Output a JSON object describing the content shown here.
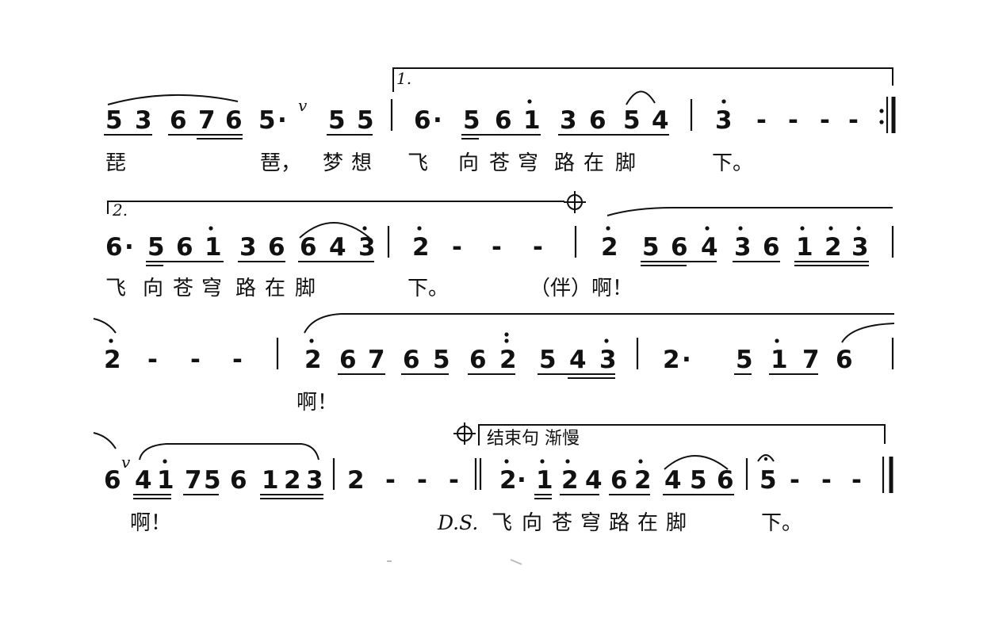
{
  "volta_1": "1.",
  "volta_2": "2.",
  "ending_label": "结束句 渐慢",
  "ds_mark": "D.S.",
  "breath_mark": "v",
  "dash": "-",
  "line1": {
    "notes": [
      "5",
      "3",
      "6",
      "7",
      "6",
      "5",
      "·",
      "5",
      "5",
      "6",
      "·",
      "5",
      "6",
      "1",
      "3",
      "6",
      "5",
      "4",
      "3",
      "-",
      "-",
      "-",
      "-"
    ],
    "lyrics": [
      "琵",
      "琶，",
      "梦",
      "想",
      "飞",
      "向",
      "苍",
      "穹",
      "路",
      "在",
      "脚",
      "下。"
    ]
  },
  "line2": {
    "notes": [
      "6",
      "·",
      "5",
      "6",
      "1",
      "3",
      "6",
      "6",
      "4",
      "3",
      "2",
      "-",
      "-",
      "-",
      "2",
      "5",
      "6",
      "4",
      "3",
      "6",
      "1",
      "2",
      "3"
    ],
    "lyrics": [
      "飞",
      "向",
      "苍",
      "穹",
      "路",
      "在",
      "脚",
      "下。",
      "（伴）啊！"
    ]
  },
  "line3": {
    "notes": [
      "2",
      "-",
      "-",
      "-",
      "2",
      "6",
      "7",
      "6",
      "5",
      "6",
      "2",
      "5",
      "4",
      "3",
      "2",
      "·",
      "5",
      "1",
      "7",
      "6"
    ],
    "lyrics": [
      "啊！"
    ]
  },
  "line4": {
    "notes": [
      "6",
      "4",
      "1",
      "7",
      "5",
      "6",
      "1",
      "2",
      "3",
      "2",
      "-",
      "-",
      "-",
      "2",
      "·",
      "1",
      "2",
      "4",
      "6",
      "2",
      "4",
      "5",
      "6",
      "5",
      "-",
      "-",
      "-"
    ],
    "lyrics": [
      "啊！",
      "飞",
      "向",
      "苍",
      "穹",
      "路",
      "在",
      "脚",
      "下。"
    ]
  }
}
